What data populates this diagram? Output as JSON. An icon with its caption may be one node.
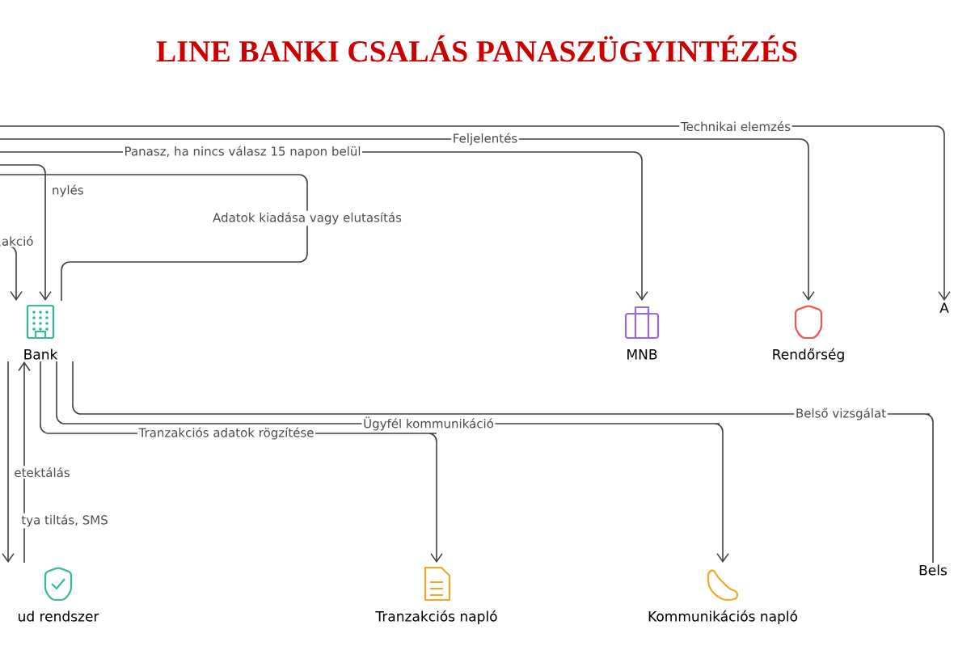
{
  "diagram": {
    "title": "LINE BANKI CSALÁS PANASZÜGYINTÉZÉS",
    "nodes": [
      {
        "text": [
          "Bank"
        ]
      },
      {
        "text": [
          "MNB"
        ]
      },
      {
        "text": [
          "Rendőrség"
        ]
      },
      {
        "text": [
          "A"
        ]
      },
      {
        "text": [
          "ud rendszer"
        ]
      },
      {
        "text": [
          "Tranzakciós napló"
        ]
      },
      {
        "text": [
          "Kommunikációs napló"
        ]
      },
      {
        "text": [
          "Bels"
        ]
      }
    ],
    "edges": [
      {
        "from": null,
        "to": 3,
        "arrow": "to",
        "label": "Technikai elemzés"
      },
      {
        "from": null,
        "to": 2,
        "arrow": "to",
        "label": "Feljelentés"
      },
      {
        "from": null,
        "to": 1,
        "arrow": "to",
        "label": "Panasz, ha nincs válasz 15 napon belül"
      },
      {
        "from": null,
        "to": 0,
        "arrow": "to",
        "label": "nylés"
      },
      {
        "from": 0,
        "to": null,
        "arrow": "none",
        "label": "Adatok kiadása vagy elutasítás"
      },
      {
        "from": null,
        "to": 0,
        "arrow": "to",
        "label": "akció"
      },
      {
        "from": 0,
        "to": 4,
        "arrow": "to",
        "label": "etektálás"
      },
      {
        "from": 4,
        "to": 0,
        "arrow": "to",
        "label": "tya tiltás, SMS"
      },
      {
        "from": 0,
        "to": 5,
        "arrow": "to",
        "label": "Tranzakciós adatok rögzítése"
      },
      {
        "from": 0,
        "to": 6,
        "arrow": "to",
        "label": "Ügyfél kommunikáció"
      },
      {
        "from": 0,
        "to": 7,
        "arrow": "none",
        "label": "Belső vizsgálat"
      }
    ]
  }
}
